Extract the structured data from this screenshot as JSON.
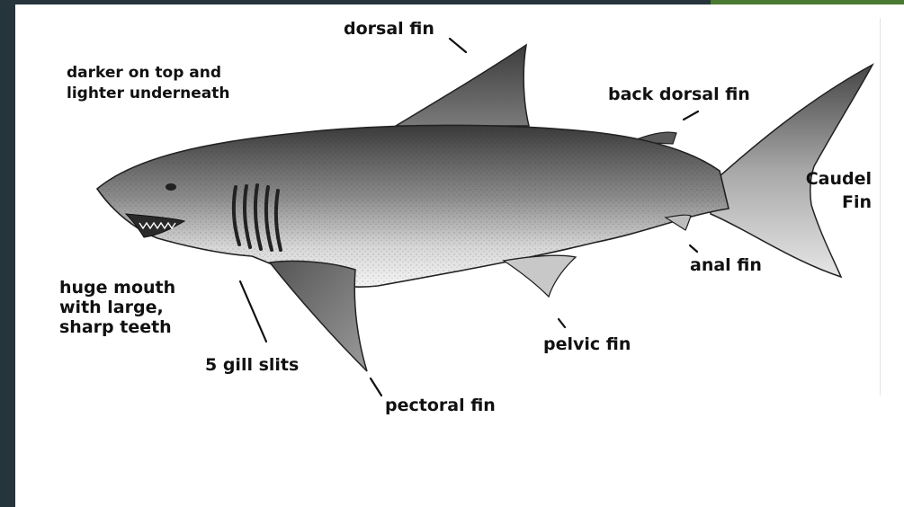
{
  "labels": {
    "dorsal_fin": "dorsal fin",
    "darker_on_top": "darker on top and\nlighter underneath",
    "back_dorsal_fin": "back dorsal fin",
    "caudel_fin": "Caudel\nFin",
    "anal_fin": "anal fin",
    "huge_mouth": "huge mouth\nwith large,\nsharp teeth",
    "gill_slits": "5 gill slits",
    "pelvic_fin": "pelvic fin",
    "pectoral_fin": "pectoral fin"
  },
  "colors": {
    "background": "#26343c",
    "paper": "#ffffff",
    "accent": "#4a7a32",
    "text": "#111111",
    "shark_dark": "#3a3a3a",
    "shark_light": "#f2f2f2"
  }
}
